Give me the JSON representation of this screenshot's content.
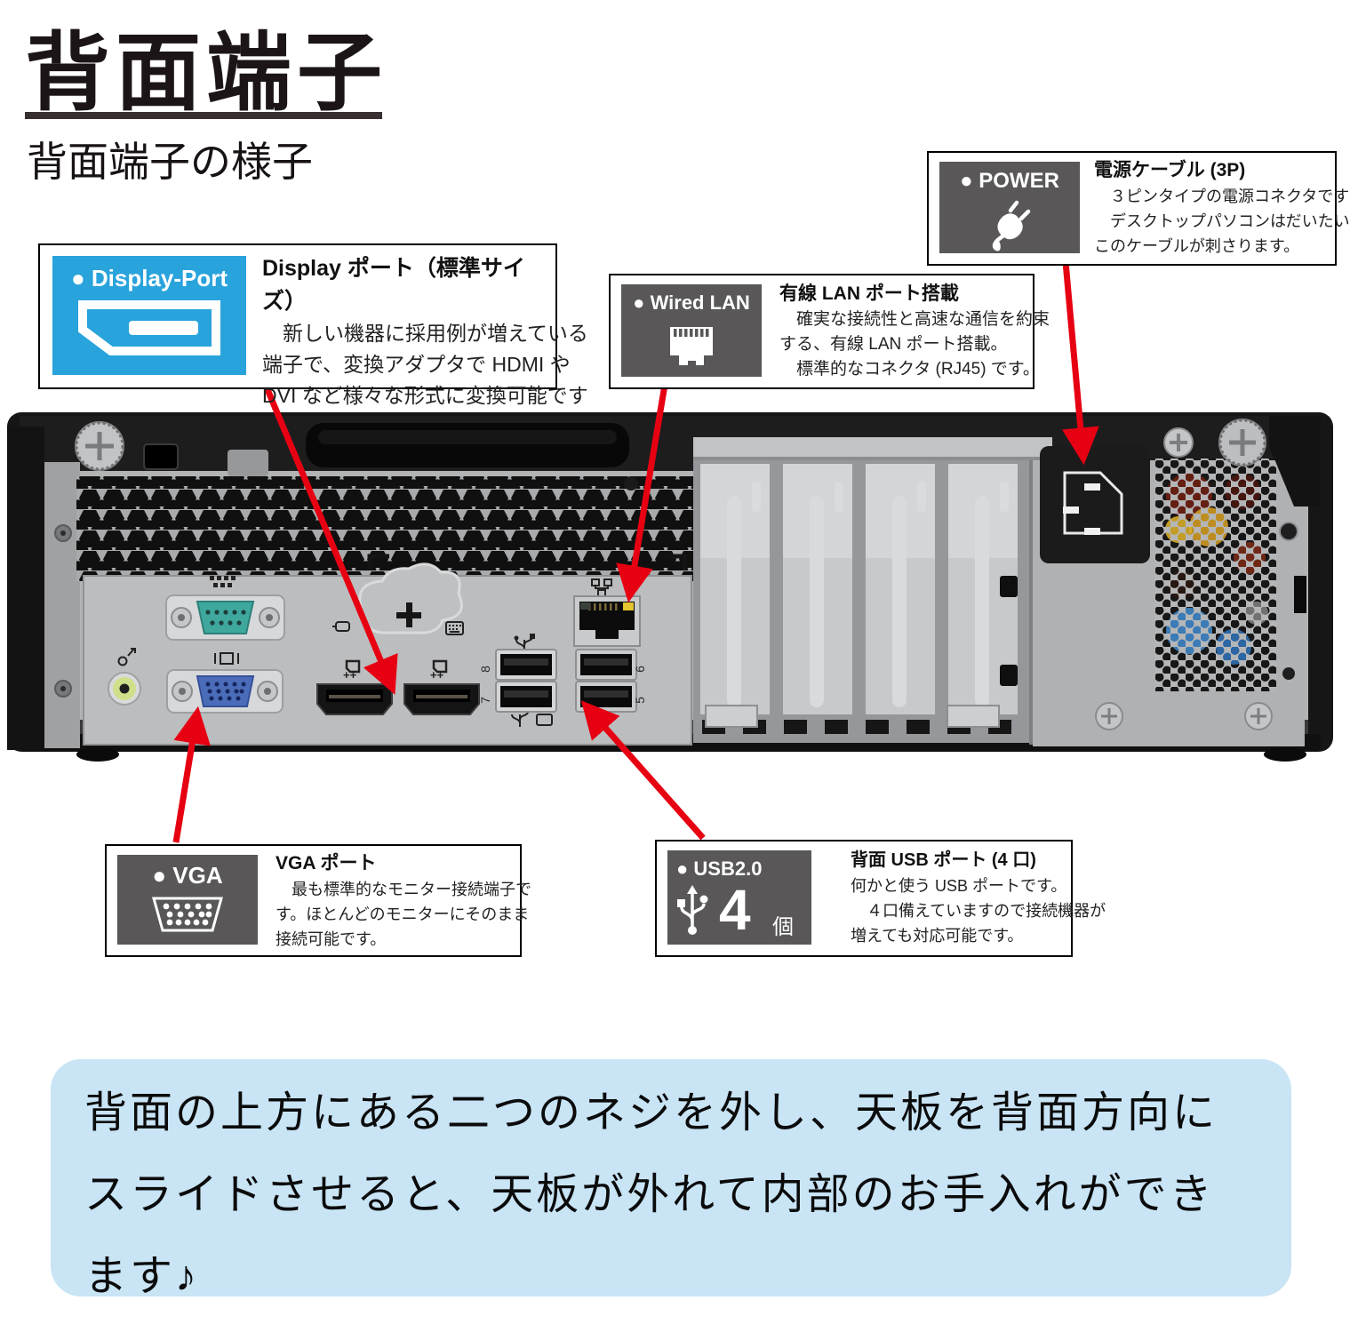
{
  "page": {
    "title": "背面端子",
    "subtitle": "背面端子の様子"
  },
  "annotations": {
    "display_port": {
      "badge": "● Display-Port",
      "heading": "Display ポート（標準サイズ）",
      "lines": [
        "　新しい機器に採用例が増えている",
        "端子で、変換アダプタで HDMI や",
        "DVI など様々な形式に変換可能です"
      ]
    },
    "wired_lan": {
      "badge": "● Wired LAN",
      "heading": "有線 LAN ポート搭載",
      "lines": [
        "　確実な接続性と高速な通信を約束",
        "する、有線 LAN ポート搭載。",
        "　標準的なコネクタ (RJ45) です。"
      ]
    },
    "power": {
      "badge": "● POWER",
      "heading": "電源ケーブル (3P)",
      "lines": [
        "　３ピンタイプの電源コネクタです",
        "　デスクトップパソコンはだいたい",
        "このケーブルが刺さります。"
      ]
    },
    "vga": {
      "badge": "● VGA",
      "heading": "VGA ポート",
      "lines": [
        "　最も標準的なモニター接続端子で",
        "す。ほとんどのモニターにそのまま",
        "接続可能です。"
      ]
    },
    "usb": {
      "badge": "● USB2.0",
      "count": "4",
      "count_unit": "個",
      "heading": "背面 USB ポート (4 口)",
      "lines": [
        "何かと使う USB ポートです。",
        "　４口備えていますので接続機器が",
        "増えても対応可能です。"
      ]
    }
  },
  "photo": {
    "usb_port_numbers": [
      "8",
      "7",
      "6",
      "5"
    ]
  },
  "footer_note": {
    "lines": [
      "背面の上方にある二つのネジを外し、天板を背面方向に",
      "スライドさせると、天板が外れて内部のお手入れができ",
      "ます♪"
    ]
  },
  "colors": {
    "accent_red": "#e60012",
    "display_port_blue": "#29a3dc",
    "badge_gray": "#595757",
    "note_blue": "#c8e4f5"
  }
}
